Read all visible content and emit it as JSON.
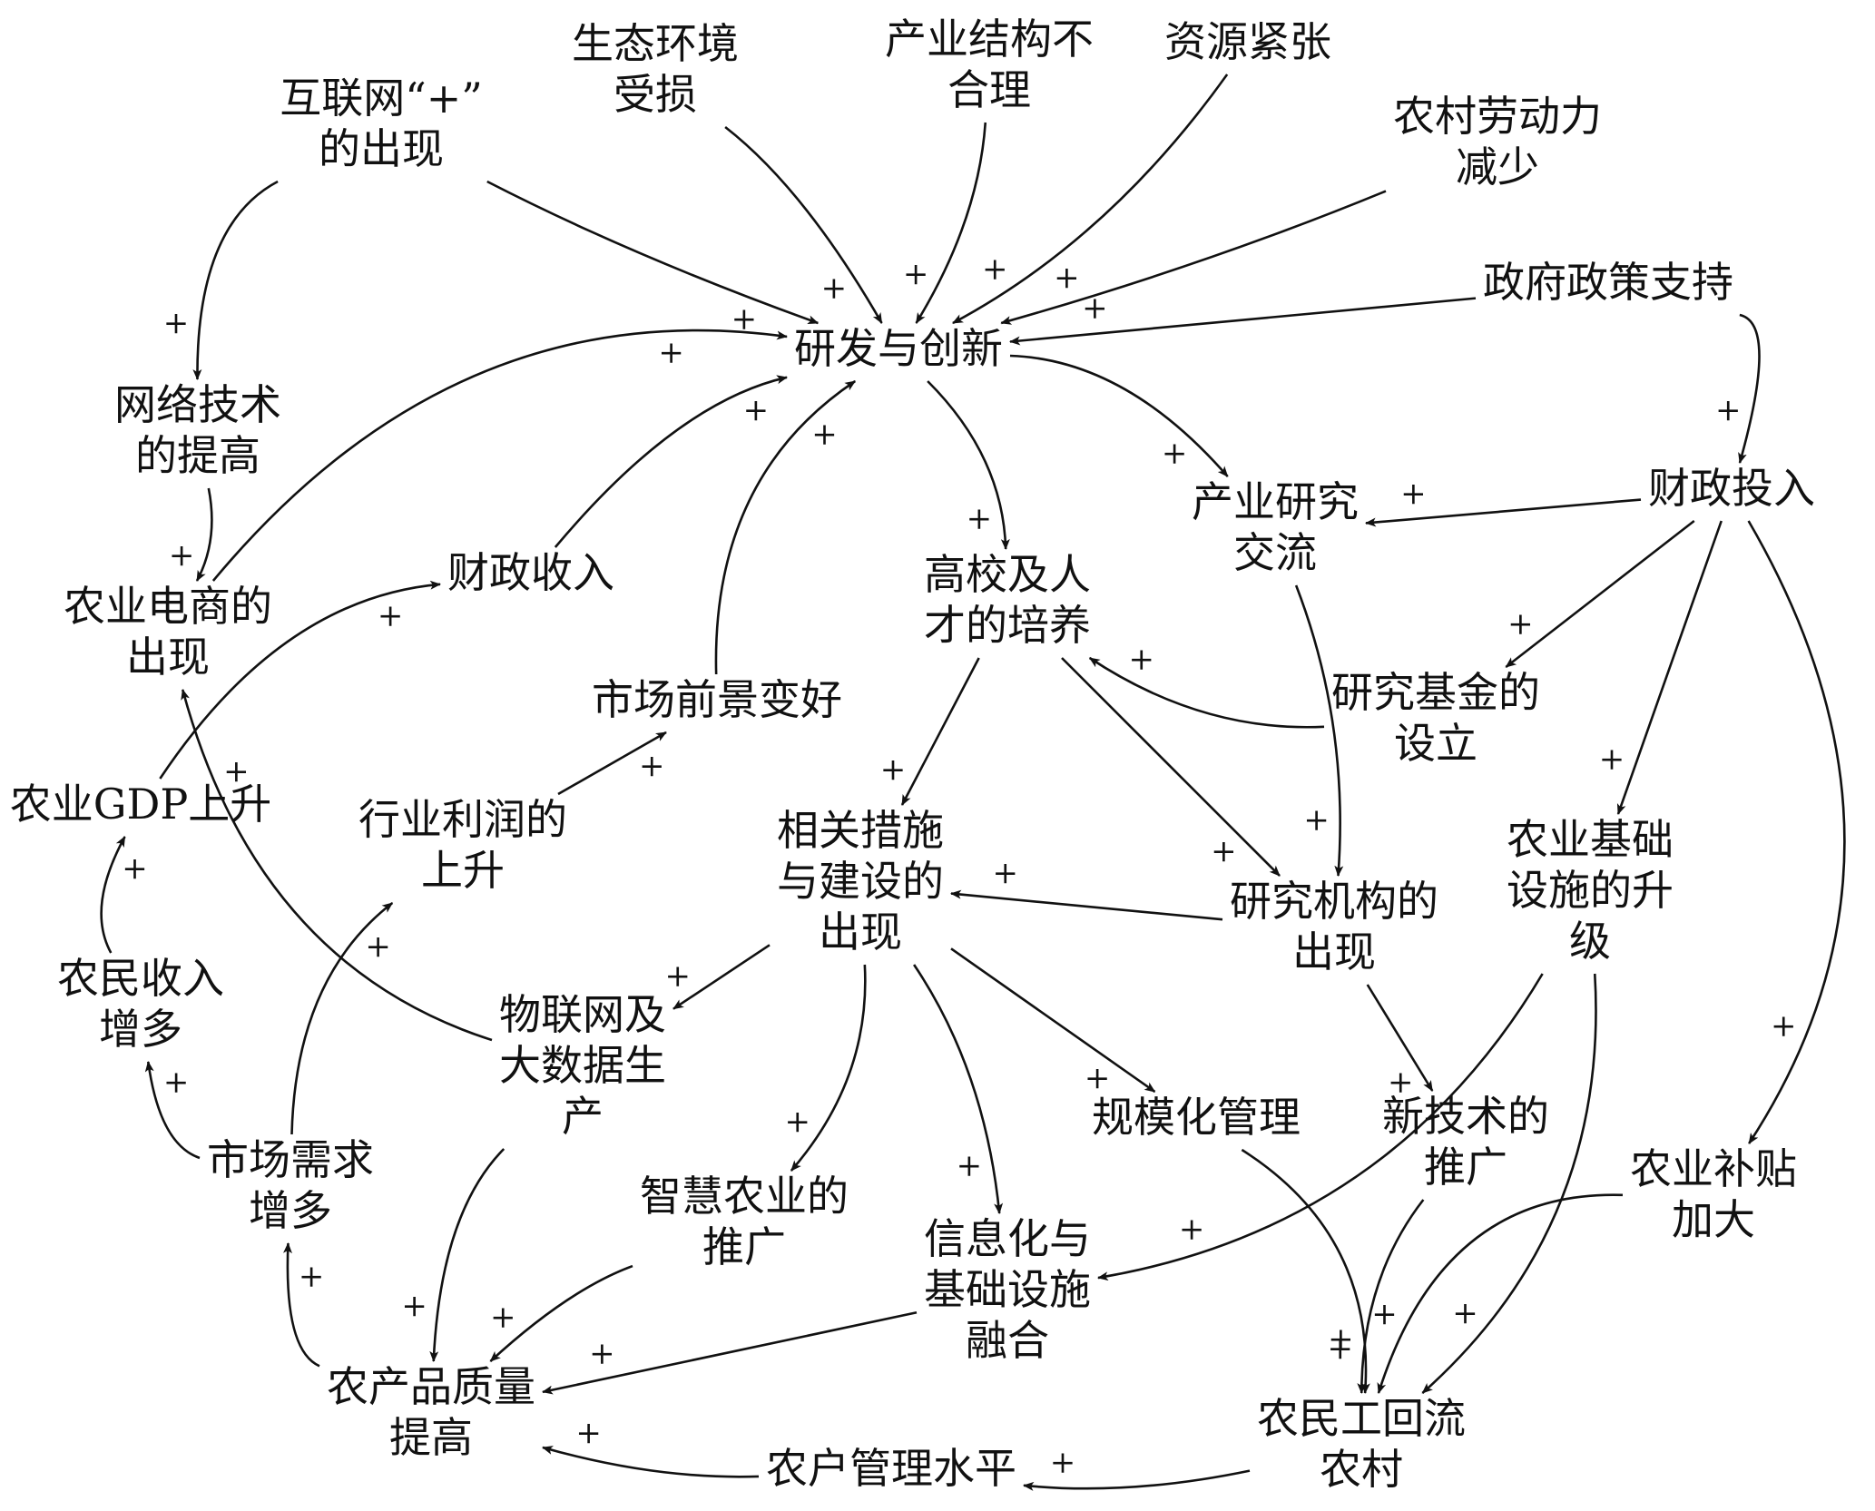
{
  "nodes": [
    {
      "id": "internet_plus",
      "lines": [
        "互联网“+”",
        "的出现"
      ]
    },
    {
      "id": "eco_damage",
      "lines": [
        "生态环境",
        "受损"
      ]
    },
    {
      "id": "industry_structure",
      "lines": [
        "产业结构不",
        "合理"
      ]
    },
    {
      "id": "resource_shortage",
      "lines": [
        "资源紧张"
      ]
    },
    {
      "id": "rural_labor_decrease",
      "lines": [
        "农村劳动力",
        "减少"
      ]
    },
    {
      "id": "gov_policy",
      "lines": [
        "政府政策支持"
      ]
    },
    {
      "id": "rnd",
      "lines": [
        "研发与创新"
      ]
    },
    {
      "id": "network_tech",
      "lines": [
        "网络技术",
        "的提高"
      ]
    },
    {
      "id": "ag_ecommerce",
      "lines": [
        "农业电商的",
        "出现"
      ]
    },
    {
      "id": "fiscal_revenue",
      "lines": [
        "财政收入"
      ]
    },
    {
      "id": "industry_exchange",
      "lines": [
        "产业研究",
        "交流"
      ]
    },
    {
      "id": "fiscal_input",
      "lines": [
        "财政投入"
      ]
    },
    {
      "id": "talent",
      "lines": [
        "高校及人",
        "才的培养"
      ]
    },
    {
      "id": "market_outlook",
      "lines": [
        "市场前景变好"
      ]
    },
    {
      "id": "research_fund",
      "lines": [
        "研究基金的",
        "设立"
      ]
    },
    {
      "id": "ag_gdp",
      "lines": [
        "农业GDP上升"
      ]
    },
    {
      "id": "profit_rise",
      "lines": [
        "行业利润的",
        "上升"
      ]
    },
    {
      "id": "measures",
      "lines": [
        "相关措施",
        "与建设的",
        "出现"
      ]
    },
    {
      "id": "research_inst",
      "lines": [
        "研究机构的",
        "出现"
      ]
    },
    {
      "id": "infra_upgrade",
      "lines": [
        "农业基础",
        "设施的升",
        "级"
      ]
    },
    {
      "id": "farmer_income",
      "lines": [
        "农民收入",
        "增多"
      ]
    },
    {
      "id": "iot_bigdata",
      "lines": [
        "物联网及",
        "大数据生",
        "产"
      ]
    },
    {
      "id": "scale_mgmt",
      "lines": [
        "规模化管理"
      ]
    },
    {
      "id": "new_tech",
      "lines": [
        "新技术的",
        "推广"
      ]
    },
    {
      "id": "subsidy",
      "lines": [
        "农业补贴",
        "加大"
      ]
    },
    {
      "id": "market_demand",
      "lines": [
        "市场需求",
        "增多"
      ]
    },
    {
      "id": "smart_ag",
      "lines": [
        "智慧农业的",
        "推广"
      ]
    },
    {
      "id": "info_infra",
      "lines": [
        "信息化与",
        "基础设施",
        "融合"
      ]
    },
    {
      "id": "product_quality",
      "lines": [
        "农产品质量",
        "提高"
      ]
    },
    {
      "id": "worker_return",
      "lines": [
        "农民工回流",
        "农村"
      ]
    },
    {
      "id": "household_mgmt",
      "lines": [
        "农户管理水平"
      ]
    }
  ],
  "links": [
    {
      "from": "internet_plus",
      "to": "rnd",
      "polarity": "+"
    },
    {
      "from": "internet_plus",
      "to": "network_tech",
      "polarity": "+"
    },
    {
      "from": "eco_damage",
      "to": "rnd",
      "polarity": "+"
    },
    {
      "from": "industry_structure",
      "to": "rnd",
      "polarity": "+"
    },
    {
      "from": "resource_shortage",
      "to": "rnd",
      "polarity": "+"
    },
    {
      "from": "rural_labor_decrease",
      "to": "rnd",
      "polarity": "+"
    },
    {
      "from": "gov_policy",
      "to": "rnd",
      "polarity": "+"
    },
    {
      "from": "gov_policy",
      "to": "fiscal_input",
      "polarity": "+"
    },
    {
      "from": "network_tech",
      "to": "ag_ecommerce",
      "polarity": "+"
    },
    {
      "from": "ag_ecommerce",
      "to": "rnd",
      "polarity": "+"
    },
    {
      "from": "fiscal_revenue",
      "to": "rnd",
      "polarity": "+"
    },
    {
      "from": "market_outlook",
      "to": "rnd",
      "polarity": "+"
    },
    {
      "from": "rnd",
      "to": "talent",
      "polarity": "+"
    },
    {
      "from": "rnd",
      "to": "industry_exchange",
      "polarity": "+"
    },
    {
      "from": "fiscal_input",
      "to": "industry_exchange",
      "polarity": "+"
    },
    {
      "from": "fiscal_input",
      "to": "research_fund",
      "polarity": "+"
    },
    {
      "from": "fiscal_input",
      "to": "infra_upgrade",
      "polarity": "+"
    },
    {
      "from": "fiscal_input",
      "to": "subsidy",
      "polarity": "+"
    },
    {
      "from": "research_fund",
      "to": "talent",
      "polarity": "+"
    },
    {
      "from": "industry_exchange",
      "to": "research_inst",
      "polarity": "+"
    },
    {
      "from": "talent",
      "to": "research_inst",
      "polarity": "+"
    },
    {
      "from": "talent",
      "to": "measures",
      "polarity": "+"
    },
    {
      "from": "research_inst",
      "to": "measures",
      "polarity": "+"
    },
    {
      "from": "research_inst",
      "to": "new_tech",
      "polarity": "+"
    },
    {
      "from": "measures",
      "to": "iot_bigdata",
      "polarity": "+"
    },
    {
      "from": "measures",
      "to": "smart_ag",
      "polarity": "+"
    },
    {
      "from": "measures",
      "to": "info_infra",
      "polarity": "+"
    },
    {
      "from": "measures",
      "to": "scale_mgmt",
      "polarity": "+"
    },
    {
      "from": "iot_bigdata",
      "to": "ag_ecommerce",
      "polarity": "+"
    },
    {
      "from": "iot_bigdata",
      "to": "product_quality",
      "polarity": "+"
    },
    {
      "from": "ag_gdp",
      "to": "fiscal_revenue",
      "polarity": "+"
    },
    {
      "from": "profit_rise",
      "to": "market_outlook",
      "polarity": "+"
    },
    {
      "from": "market_demand",
      "to": "profit_rise",
      "polarity": "+"
    },
    {
      "from": "market_demand",
      "to": "farmer_income",
      "polarity": "+"
    },
    {
      "from": "farmer_income",
      "to": "ag_gdp",
      "polarity": "+"
    },
    {
      "from": "product_quality",
      "to": "market_demand",
      "polarity": "+"
    },
    {
      "from": "smart_ag",
      "to": "product_quality",
      "polarity": "+"
    },
    {
      "from": "info_infra",
      "to": "product_quality",
      "polarity": "+"
    },
    {
      "from": "household_mgmt",
      "to": "product_quality",
      "polarity": "+"
    },
    {
      "from": "worker_return",
      "to": "household_mgmt",
      "polarity": "+"
    },
    {
      "from": "scale_mgmt",
      "to": "worker_return",
      "polarity": "+"
    },
    {
      "from": "new_tech",
      "to": "worker_return",
      "polarity": "+"
    },
    {
      "from": "infra_upgrade",
      "to": "worker_return",
      "polarity": "+"
    },
    {
      "from": "infra_upgrade",
      "to": "info_infra",
      "polarity": "+"
    },
    {
      "from": "subsidy",
      "to": "worker_return",
      "polarity": "+"
    }
  ]
}
